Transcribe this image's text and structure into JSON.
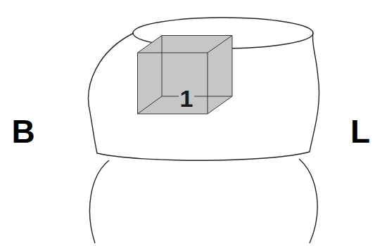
{
  "diagram": {
    "nodes": [
      {
        "text": [
          "1"
        ]
      }
    ],
    "labels": [
      "B",
      "L"
    ]
  }
}
